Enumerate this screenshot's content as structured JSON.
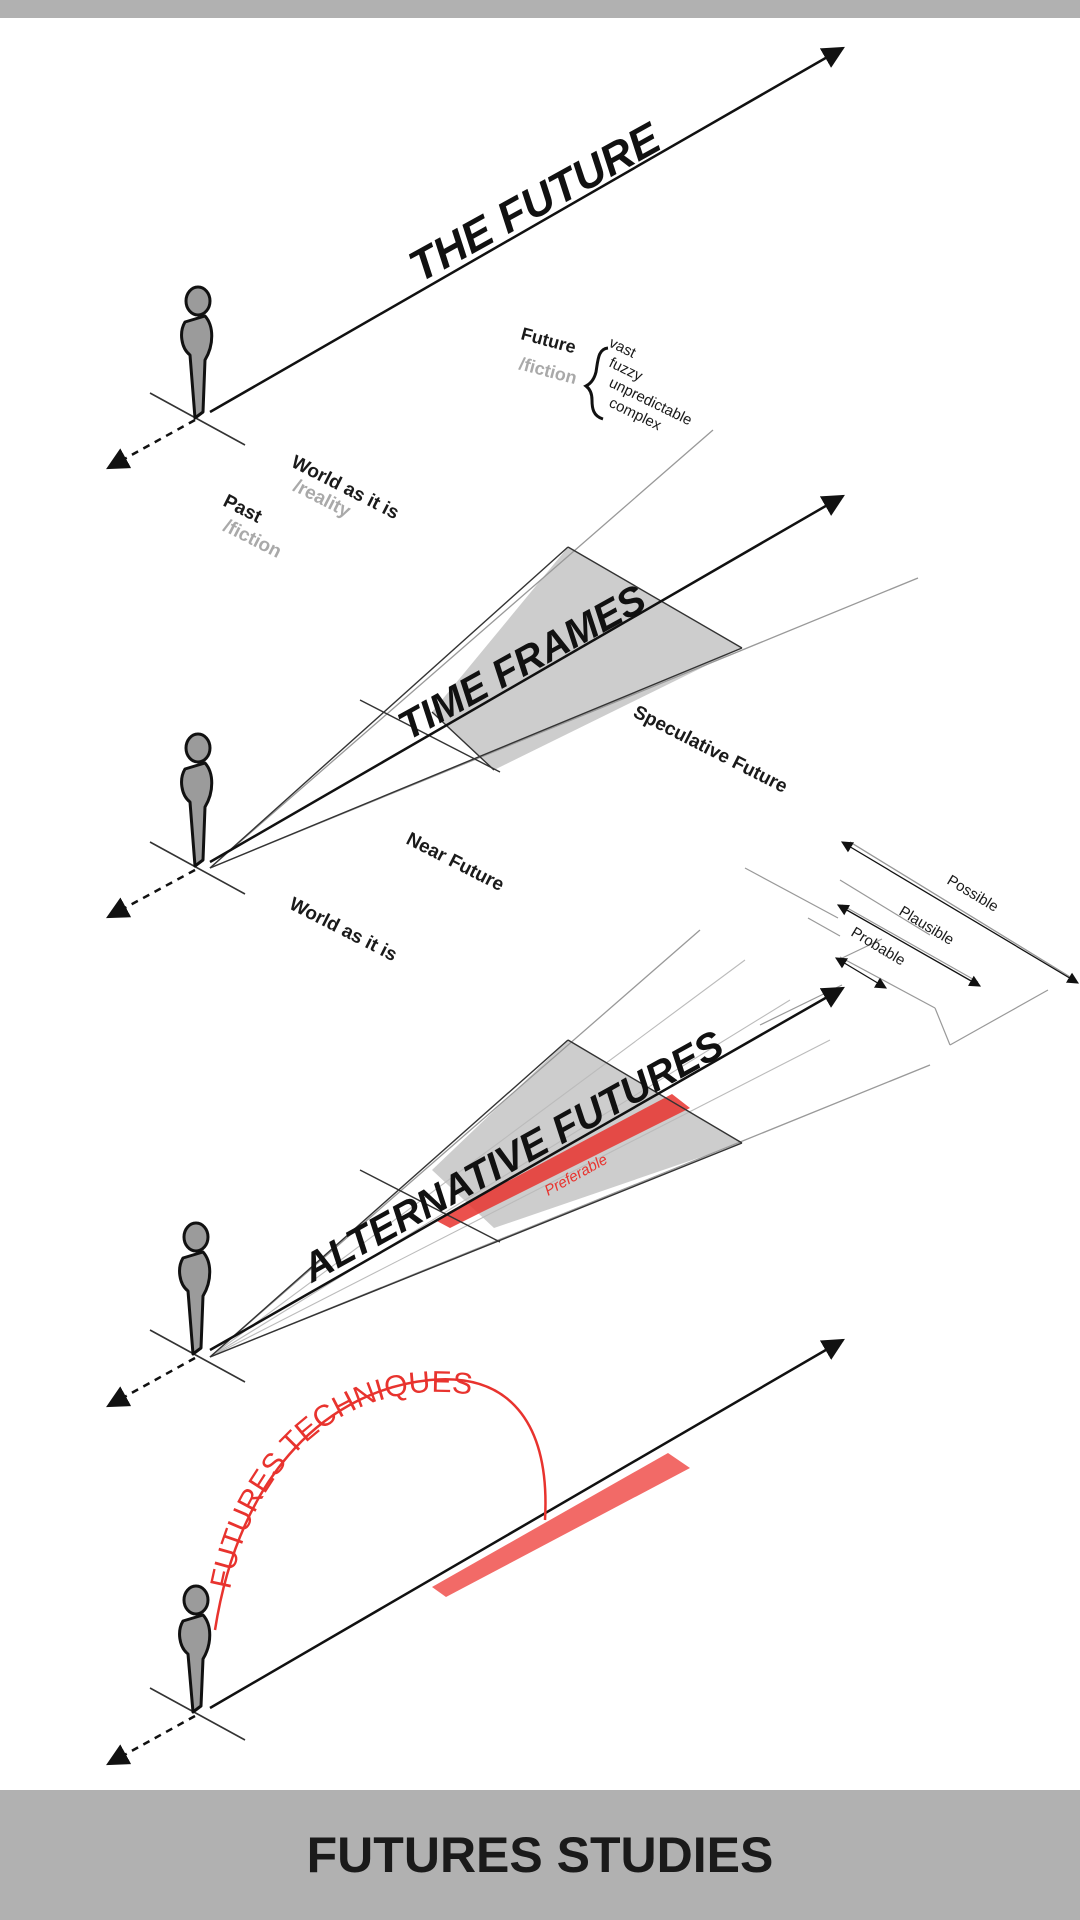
{
  "panels": {
    "future": {
      "title": "THE FUTURE",
      "future_label": "Future",
      "future_sub": "/fiction",
      "attributes": [
        "vast",
        "fuzzy",
        "unpredictable",
        "complex"
      ],
      "world_label": "World as it is",
      "world_sub": "/reality",
      "past_label": "Past",
      "past_sub": "/fiction"
    },
    "time_frames": {
      "title": "TIME FRAMES",
      "speculative": "Speculative Future",
      "near": "Near Future",
      "world": "World as it is"
    },
    "alternative": {
      "title": "ALTERNATIVE FUTURES",
      "possible": "Possible",
      "plausible": "Plausible",
      "probable": "Probable",
      "preferable": "Preferable"
    },
    "techniques": {
      "title": "FUTURES TECHNIQUES"
    }
  },
  "footer": {
    "title": "FUTURES STUDIES"
  },
  "colors": {
    "accent_red": "#e8332e",
    "band_grey": "#b1b1b1",
    "cone_grey": "#cdcdcd"
  }
}
